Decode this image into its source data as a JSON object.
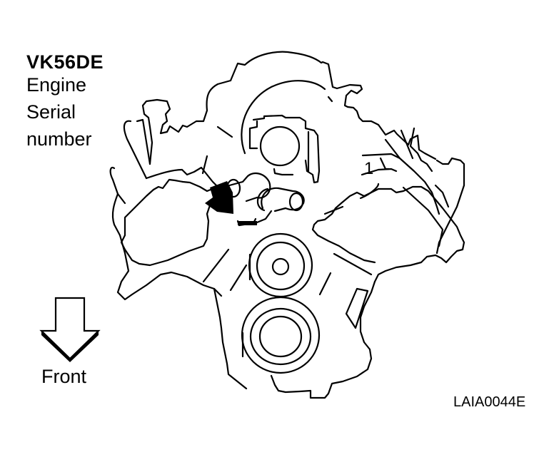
{
  "diagram": {
    "heading": "VK56DE",
    "label_lines": [
      "Engine",
      "Serial",
      "number"
    ],
    "direction_label": "Front",
    "direction_icon": "arrow-down-icon",
    "callout_number": "1",
    "figure_code": "LAIA0044E",
    "highlight_marker": "black-arrow-pointer",
    "colors": {
      "line": "#000000",
      "background": "#ffffff"
    }
  }
}
